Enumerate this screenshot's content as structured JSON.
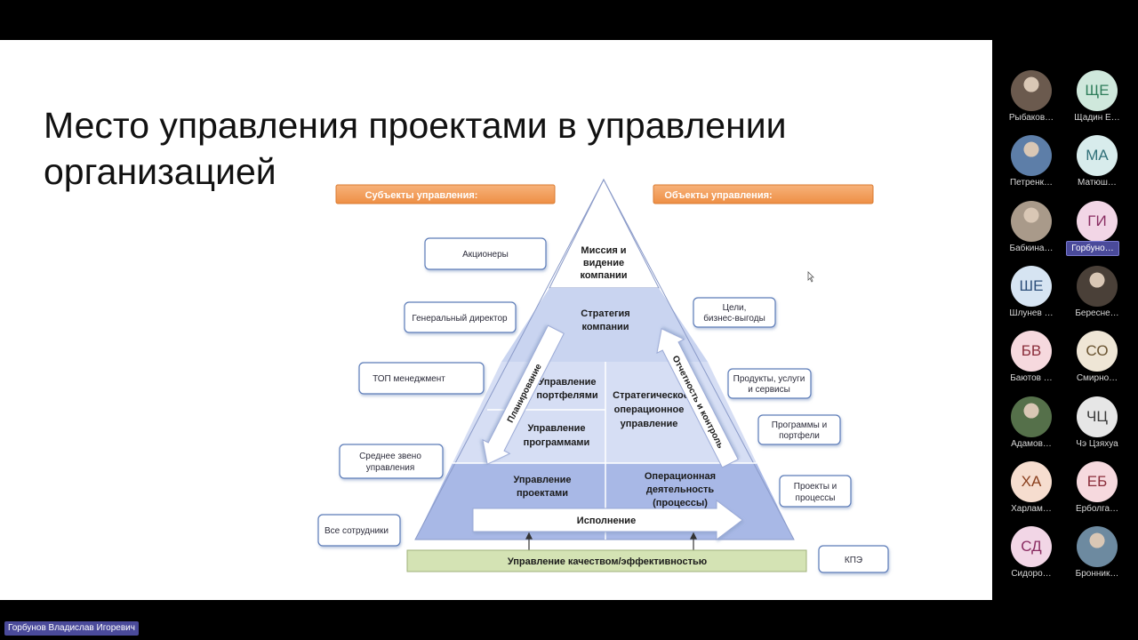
{
  "slide": {
    "title": "Место управления проектами в управлении\nорганизацией",
    "subjects_header": "Субъекты управления:",
    "objects_header": "Объекты управления:",
    "pyramid": {
      "top": [
        "Миссия и",
        "видение",
        "компании"
      ],
      "strategy": [
        "Стратегия",
        "компании"
      ],
      "portfolio": [
        "Управление",
        "портфелями"
      ],
      "programs": [
        "Управление",
        "программами"
      ],
      "strategic_ops": [
        "Стратегическое",
        "операционное",
        "управление"
      ],
      "projects": [
        "Управление",
        "проектами"
      ],
      "operations": [
        "Операционная",
        "деятельность",
        "(процессы)"
      ],
      "execution": "Исполнение",
      "planning": "Планирование",
      "reporting": "Отчетность и контроль",
      "quality_bar": "Управление качеством/эффективностью"
    },
    "subjects": [
      [
        "Акционеры"
      ],
      [
        "Генеральный директор"
      ],
      [
        "ТОП менеджмент"
      ],
      [
        "Среднее звено",
        "управления"
      ],
      [
        "Все сотрудники"
      ]
    ],
    "objects": [
      [
        "Цели,",
        "бизнес-выгоды"
      ],
      [
        "Продукты, услуги",
        "и сервисы"
      ],
      [
        "Программы и",
        "портфели"
      ],
      [
        "Проекты и",
        "процессы"
      ],
      [
        "КПЭ"
      ]
    ]
  },
  "participants": [
    {
      "initials": "",
      "name": "Рыбаков…",
      "photo": "#6b5a4e",
      "active": false
    },
    {
      "initials": "ЩЕ",
      "name": "Щадин Е…",
      "bg": "#cfe8dc",
      "fg": "#2e7d5a",
      "active": false
    },
    {
      "initials": "",
      "name": "Петренк…",
      "photo": "#5d7ea8",
      "active": false
    },
    {
      "initials": "МА",
      "name": "Матюш…",
      "bg": "#d8ecec",
      "fg": "#2f6f78",
      "active": false
    },
    {
      "initials": "",
      "name": "Бабкина…",
      "photo": "#a99a8a",
      "active": false
    },
    {
      "initials": "ГИ",
      "name": "Горбуно…",
      "bg": "#f2d6e6",
      "fg": "#8a2d62",
      "active": true
    },
    {
      "initials": "ШЕ",
      "name": "Шлунев …",
      "bg": "#d6e4f2",
      "fg": "#2d4f7a",
      "active": false
    },
    {
      "initials": "",
      "name": "Береснe…",
      "photo": "#4a4038",
      "active": false
    },
    {
      "initials": "БВ",
      "name": "Баютов …",
      "bg": "#f6d9de",
      "fg": "#8a2d3a",
      "active": false
    },
    {
      "initials": "СО",
      "name": "Смирно…",
      "bg": "#efe6d6",
      "fg": "#6a5431",
      "active": false
    },
    {
      "initials": "",
      "name": "Адамов…",
      "photo": "#55704a",
      "active": false
    },
    {
      "initials": "ЧЦ",
      "name": "Чэ Цзяхуа",
      "bg": "#e6e6e6",
      "fg": "#3a3a3a",
      "active": false
    },
    {
      "initials": "ХА",
      "name": "Харлам…",
      "bg": "#f6ddcf",
      "fg": "#8a3f1d",
      "active": false
    },
    {
      "initials": "ЕБ",
      "name": "Ерболга…",
      "bg": "#f6d9de",
      "fg": "#8a2d3a",
      "active": false
    },
    {
      "initials": "СД",
      "name": "Сидоро…",
      "bg": "#f2d6e6",
      "fg": "#8a2d62",
      "active": false
    },
    {
      "initials": "",
      "name": "Бронник…",
      "photo": "#6d8aa0",
      "active": false
    }
  ],
  "speaker": "Горбунов Владислав Игоревич"
}
